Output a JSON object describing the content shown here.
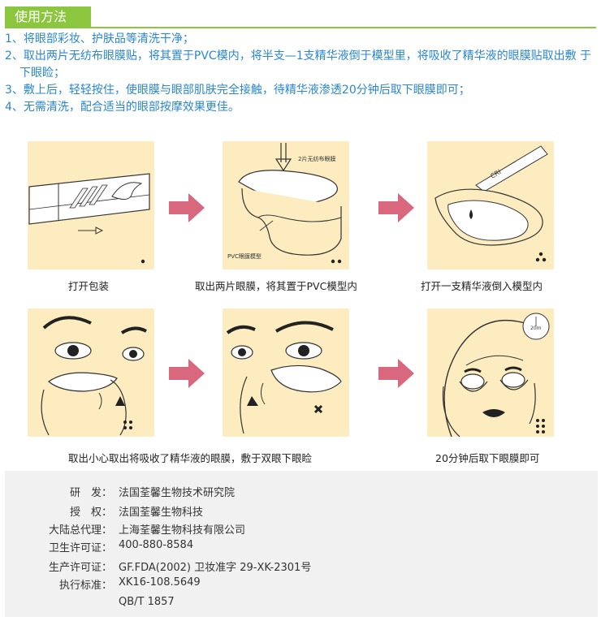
{
  "header": {
    "section_title": "使用方法"
  },
  "steps": [
    "1、将眼部彩妆、护肤品等清洗干净；",
    "2、取出两片无纺布眼膜贴，将其置于PVC模内，将半支—1支精华液倒于模型里，将吸收了精华液的眼膜贴取出敷 于下眼睑；",
    "3、敷上后，轻轻按住，使眼膜与眼部肌肤完全接触，待精华液渗透20分钟后取下眼膜即可；",
    "4、无需清洗，配合适当的眼部按摩效果更佳。"
  ],
  "illustrations": {
    "panel_2_label": "2片无纺布眼膜",
    "panel_2_mold_label": "PVC眼膜模型",
    "panel_3_bottle_label": "CRI",
    "panel_6_timer_label": "20m"
  },
  "captions": [
    "打开包装",
    "取出两片眼膜，将其置于PVC模型内",
    "打开一支精华液倒入模型内",
    "取出小心取出将吸收了精华液的眼膜，敷于双眼下眼睑",
    "20分钟后取下眼膜即可"
  ],
  "info": [
    {
      "label": "研　发：",
      "value": "法国荃馨生物技术研究院"
    },
    {
      "label": "授　权：",
      "value": "法国荃馨生物科技"
    },
    {
      "label": "大陆总代理：",
      "value": "上海荃馨生物科技有限公司"
    },
    {
      "label": "卫生许可证：",
      "value": "400-880-8584"
    },
    {
      "label": "生产许可证：",
      "value": "GF.FDA(2002) 卫妆准字 29-XK-2301号"
    },
    {
      "label": "执行标准：",
      "value": "XK16-108.5649"
    },
    {
      "label": "",
      "value": "QB/T 1857"
    }
  ],
  "colors": {
    "accent_green": "#8cc63f",
    "step_blue": "#2a87d0",
    "arrow_pink": "#d9687e",
    "panel_bg": "#fcecbf",
    "info_bg": "#f1f1f1"
  }
}
